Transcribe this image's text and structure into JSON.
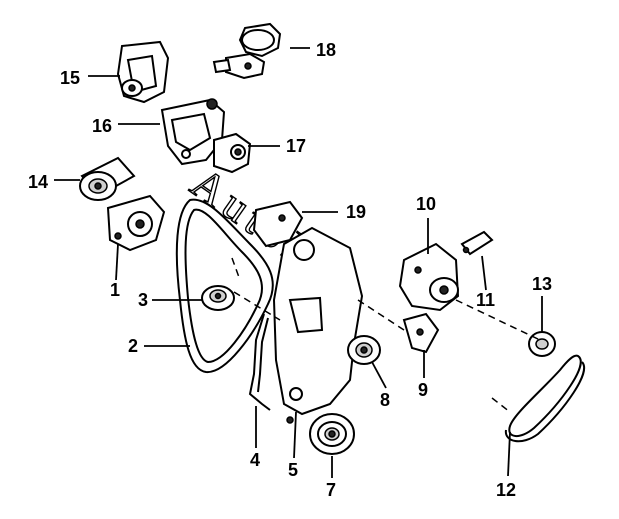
{
  "colors": {
    "line": "#000000",
    "background": "#ffffff",
    "shade": "#cfcfcf"
  },
  "watermark": {
    "text": "AutoDoc"
  },
  "callouts": [
    {
      "id": "1",
      "label": "1"
    },
    {
      "id": "2",
      "label": "2"
    },
    {
      "id": "3",
      "label": "3"
    },
    {
      "id": "4",
      "label": "4"
    },
    {
      "id": "5",
      "label": "5"
    },
    {
      "id": "7",
      "label": "7"
    },
    {
      "id": "8",
      "label": "8"
    },
    {
      "id": "9",
      "label": "9"
    },
    {
      "id": "10",
      "label": "10"
    },
    {
      "id": "11",
      "label": "11"
    },
    {
      "id": "12",
      "label": "12"
    },
    {
      "id": "13",
      "label": "13"
    },
    {
      "id": "14",
      "label": "14"
    },
    {
      "id": "15",
      "label": "15"
    },
    {
      "id": "16",
      "label": "16"
    },
    {
      "id": "17",
      "label": "17"
    },
    {
      "id": "18",
      "label": "18"
    },
    {
      "id": "19",
      "label": "19"
    }
  ]
}
